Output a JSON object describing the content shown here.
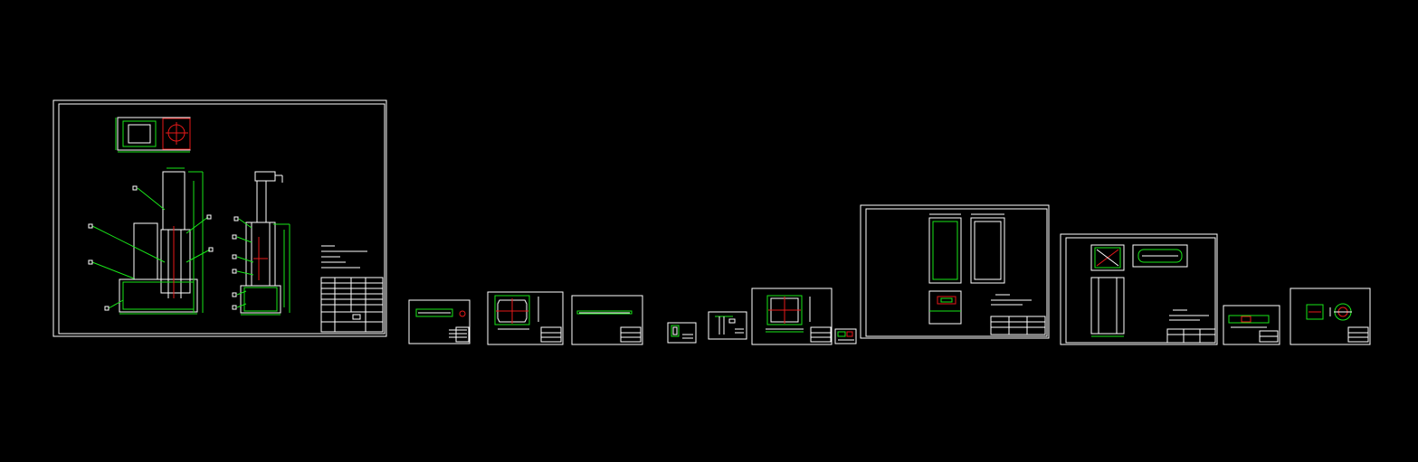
{
  "canvas": {
    "background": "#000000"
  },
  "colors": {
    "frame": "#ffffff",
    "geometry": "#19e619",
    "accent": "#e61919",
    "note": "#ffffff"
  },
  "sheets": [
    {
      "id": "sheet-1-assembly",
      "kind": "assembly"
    },
    {
      "id": "sheet-2-part",
      "kind": "part-plate-small"
    },
    {
      "id": "sheet-3-part",
      "kind": "part-flange"
    },
    {
      "id": "sheet-4-part",
      "kind": "part-bar"
    },
    {
      "id": "sheet-5-part",
      "kind": "part-mini"
    },
    {
      "id": "sheet-6-part",
      "kind": "part-bracket"
    },
    {
      "id": "sheet-7-part",
      "kind": "part-base-plate"
    },
    {
      "id": "sheet-8-part",
      "kind": "part-tiny"
    },
    {
      "id": "sheet-9-part",
      "kind": "part-frame-views"
    },
    {
      "id": "sheet-10-part",
      "kind": "part-housing"
    },
    {
      "id": "sheet-11-part",
      "kind": "part-rail"
    },
    {
      "id": "sheet-12-part",
      "kind": "part-round"
    }
  ]
}
